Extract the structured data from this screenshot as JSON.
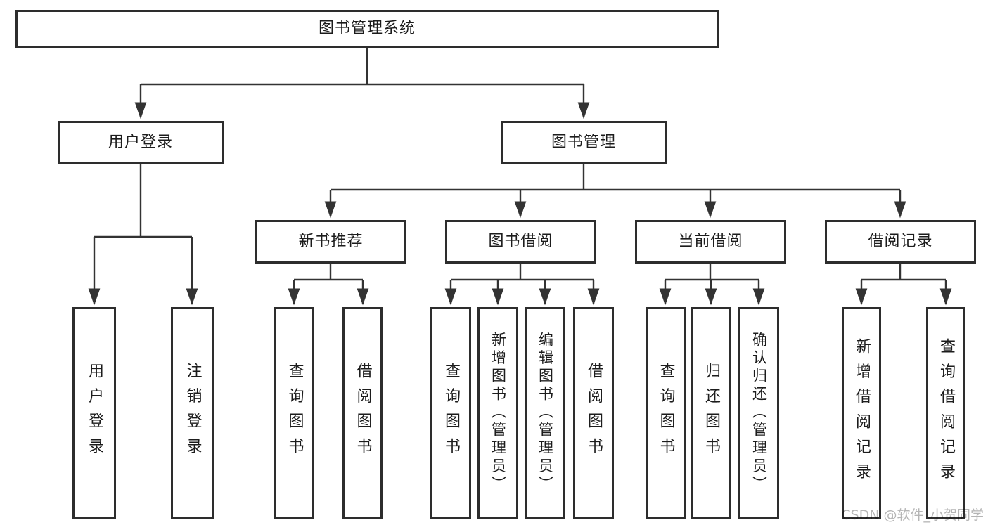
{
  "diagram": {
    "type": "hierarchy",
    "root": {
      "label": "图书管理系统"
    },
    "level2": [
      {
        "id": "user-login",
        "label": "用户登录",
        "parent": "图书管理系统"
      },
      {
        "id": "book-management",
        "label": "图书管理",
        "parent": "图书管理系统"
      }
    ],
    "level3": [
      {
        "id": "new-book-recommend",
        "label": "新书推荐",
        "parent": "图书管理"
      },
      {
        "id": "book-borrow",
        "label": "图书借阅",
        "parent": "图书管理"
      },
      {
        "id": "current-borrow",
        "label": "当前借阅",
        "parent": "图书管理"
      },
      {
        "id": "borrow-records",
        "label": "借阅记录",
        "parent": "图书管理"
      }
    ],
    "leaves": [
      {
        "id": "user-login-leaf",
        "label": "用户登录",
        "parent": "用户登录"
      },
      {
        "id": "logout",
        "label": "注销登录",
        "parent": "用户登录"
      },
      {
        "id": "query-books-recommend",
        "label": "查询图书",
        "parent": "新书推荐"
      },
      {
        "id": "borrow-books-recommend",
        "label": "借阅图书",
        "parent": "新书推荐"
      },
      {
        "id": "query-books-borrow",
        "label": "查询图书",
        "parent": "图书借阅"
      },
      {
        "id": "add-books-admin",
        "label": "新增图书（管理员）",
        "parent": "图书借阅"
      },
      {
        "id": "edit-books-admin",
        "label": "编辑图书（管理员）",
        "parent": "图书借阅"
      },
      {
        "id": "borrow-books",
        "label": "借阅图书",
        "parent": "图书借阅"
      },
      {
        "id": "query-books-current",
        "label": "查询图书",
        "parent": "当前借阅"
      },
      {
        "id": "return-books",
        "label": "归还图书",
        "parent": "当前借阅"
      },
      {
        "id": "confirm-return-admin",
        "label": "确认归还（管理员）",
        "parent": "当前借阅"
      },
      {
        "id": "add-borrow-record",
        "label": "新增借阅记录",
        "parent": "借阅记录"
      },
      {
        "id": "query-borrow-record",
        "label": "查询借阅记录",
        "parent": "借阅记录"
      }
    ]
  },
  "watermark": "CSDN @软件_小贺同学",
  "colors": {
    "line": "#333333",
    "border": "#2d2d2d",
    "text": "#1c1c1c",
    "watermark": "#b5b5b5",
    "background": "#ffffff"
  }
}
